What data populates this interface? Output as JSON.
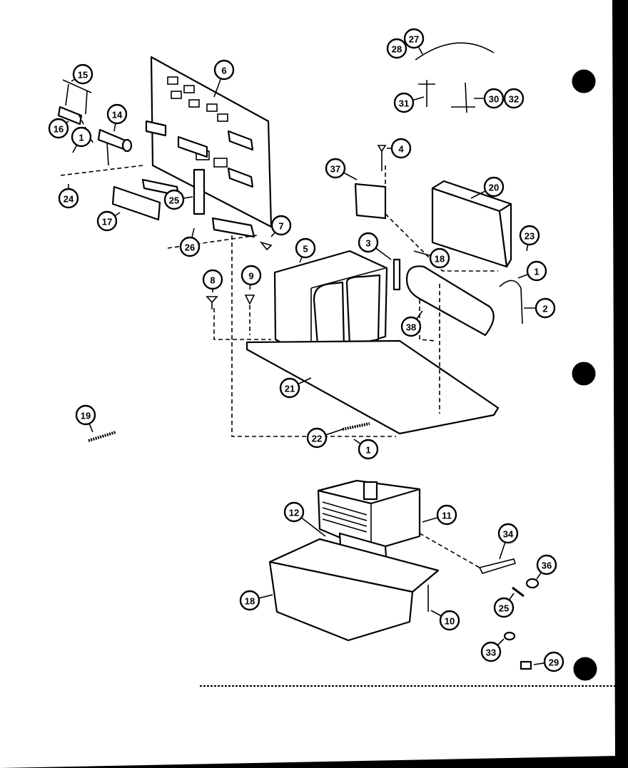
{
  "diagram": {
    "callout_labels": [
      "1",
      "2",
      "3",
      "4",
      "5",
      "6",
      "7",
      "8",
      "9",
      "10",
      "11",
      "12",
      "14",
      "15",
      "16",
      "17",
      "18",
      "19",
      "20",
      "21",
      "22",
      "23",
      "24",
      "25",
      "26",
      "27",
      "28",
      "29",
      "30",
      "31",
      "32",
      "33",
      "34",
      "36",
      "37",
      "38"
    ]
  }
}
